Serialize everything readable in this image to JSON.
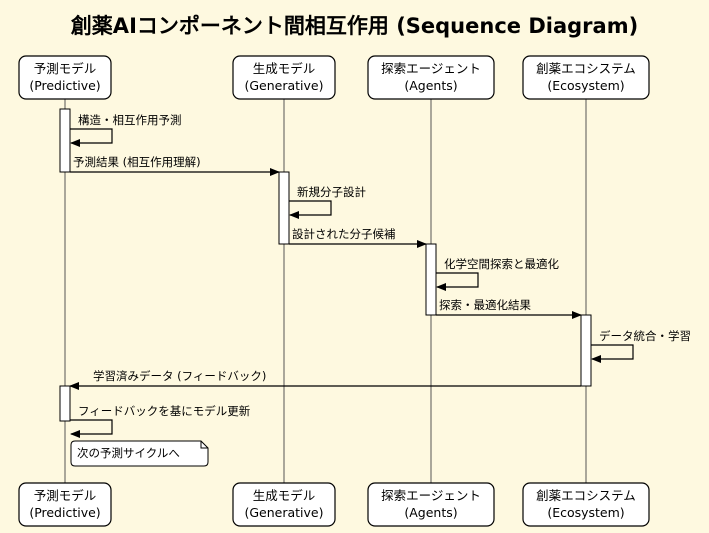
{
  "title": "創薬AIコンポーネント間相互作用 (Sequence Diagram)",
  "participants": [
    {
      "name": "予測モデル",
      "sub": "(Predictive)"
    },
    {
      "name": "生成モデル",
      "sub": "(Generative)"
    },
    {
      "name": "探索エージェント",
      "sub": "(Agents)"
    },
    {
      "name": "創薬エコシステム",
      "sub": "(Ecosystem)"
    }
  ],
  "messages": [
    {
      "from": 0,
      "to": 0,
      "text": "構造・相互作用予測"
    },
    {
      "from": 0,
      "to": 1,
      "text": "予測結果 (相互作用理解)"
    },
    {
      "from": 1,
      "to": 1,
      "text": "新規分子設計"
    },
    {
      "from": 1,
      "to": 2,
      "text": "設計された分子候補"
    },
    {
      "from": 2,
      "to": 2,
      "text": "化学空間探索と最適化"
    },
    {
      "from": 2,
      "to": 3,
      "text": "探索・最適化結果"
    },
    {
      "from": 3,
      "to": 3,
      "text": "データ統合・学習"
    },
    {
      "from": 3,
      "to": 0,
      "text": "学習済みデータ (フィードバック)"
    },
    {
      "from": 0,
      "to": 0,
      "text": "フィードバックを基にモデル更新"
    }
  ],
  "note": "次の予測サイクルへ",
  "colors": {
    "background": "#fef9e0",
    "box_fill": "#ffffff",
    "line": "#000000",
    "lifeline": "#555555"
  }
}
